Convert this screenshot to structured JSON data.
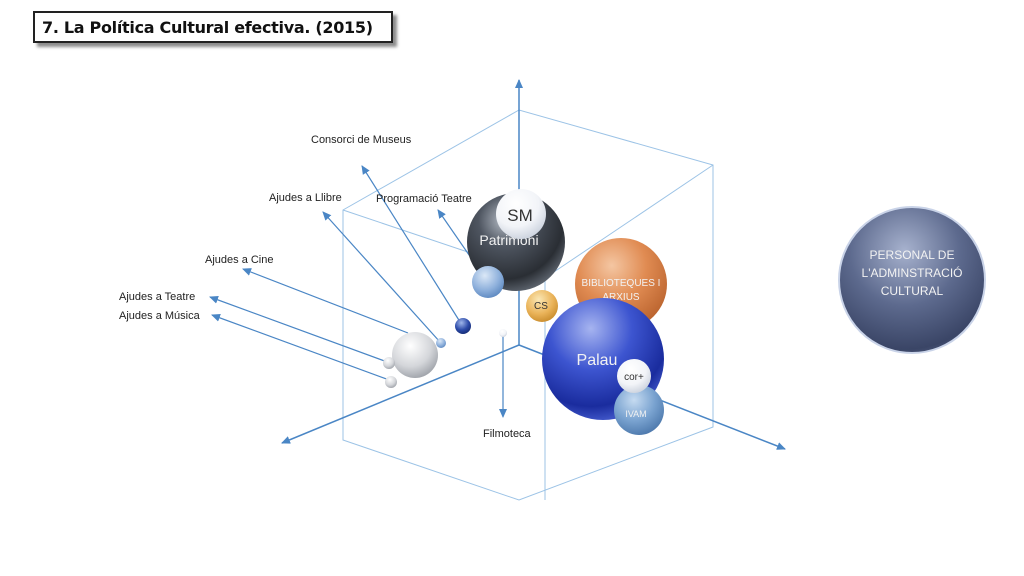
{
  "title": "7. La Política Cultural efectiva. (2015)",
  "labels": {
    "consorci": "Consorci de Museus",
    "llibre": "Ajudes a Llibre",
    "teatre_prog": "Programació Teatre",
    "cine": "Ajudes a Cine",
    "teatre_ajudes": "Ajudes a Teatre",
    "musica": "Ajudes a Música",
    "filmoteca": "Filmoteca"
  },
  "bubbles": {
    "sm": "SM",
    "patrimoni": "Patrimoni",
    "biblioteques_l1": "BIBLIOTEQUES I",
    "biblioteques_l2": "ARXIUS",
    "cs": "CS",
    "palau": "Palau",
    "cor": "cor+",
    "ivam": "IVAM",
    "personal_l1": "PERSONAL DE",
    "personal_l2": "L'ADMINSTRACIÓ",
    "personal_l3": "CULTURAL"
  },
  "colors": {
    "axis": "#4a86c5",
    "cube_edge": "#9cc3e6",
    "arrow": "#4a86c5"
  }
}
